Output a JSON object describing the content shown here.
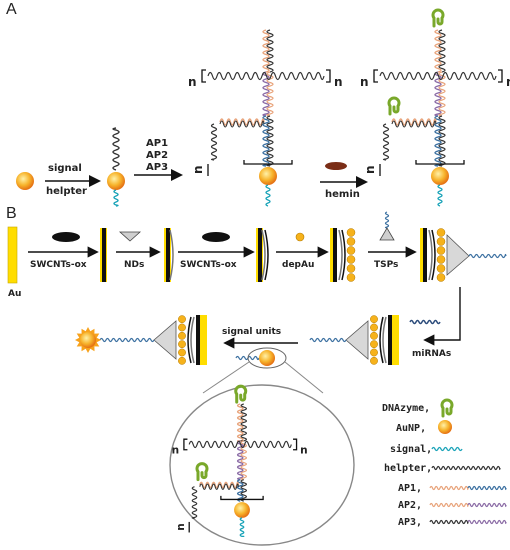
{
  "panel_a": {
    "label": "A",
    "arrow1_label": [
      "signal",
      "helpter"
    ],
    "arrow2_label": [
      "AP1",
      "AP2",
      "AP3"
    ],
    "arrow3_label": "hemin",
    "n_label": "n"
  },
  "panel_b": {
    "label": "B",
    "gold_label": "Au",
    "step_labels": [
      "SWCNTs-ox",
      "NDs",
      "SWCNTs-ox",
      "depAu",
      "TSPs"
    ],
    "mirna_label": "miRNAs",
    "signal_units_label": "signal units",
    "n_label": "n"
  },
  "legend": {
    "items": [
      {
        "label": "DNAzyme,",
        "symbol": "dnazyme-icon"
      },
      {
        "label": "AuNP,",
        "symbol": "aunp-icon"
      },
      {
        "label": "signal,",
        "symbol": "signal-strand",
        "color": "#19a3b8"
      },
      {
        "label": "helpter,",
        "symbol": "helper-strand",
        "color": "#333333"
      },
      {
        "label": "AP1,",
        "symbol": "ap1-strand",
        "colors": [
          "#e8a37a",
          "#3a6fa0"
        ]
      },
      {
        "label": "AP2,",
        "symbol": "ap2-strand",
        "colors": [
          "#e8a37a",
          "#8a6aa5"
        ]
      },
      {
        "label": "AP3,",
        "symbol": "ap3-strand",
        "colors": [
          "#333333",
          "#8a6aa5"
        ]
      }
    ]
  },
  "colors": {
    "gold": "#ffdd00",
    "aunp": "#f5a020",
    "dnazyme": "#79a82a",
    "hemin": "#7a2d16",
    "orange_strand": "#e8a37a",
    "purple_strand": "#8a6aa5",
    "blue_strand": "#3a6fa0"
  }
}
